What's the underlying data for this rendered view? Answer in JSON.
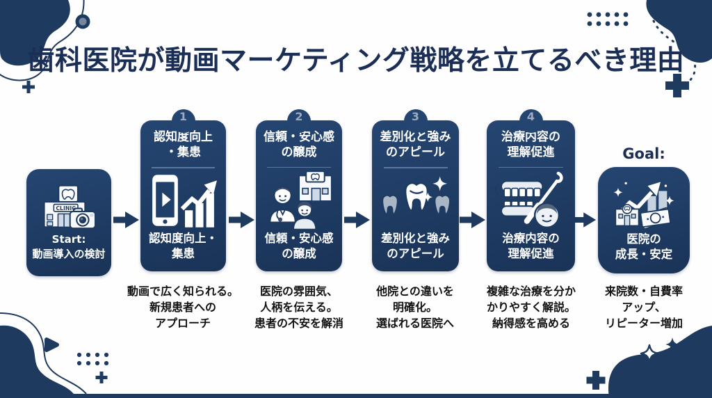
{
  "page": {
    "title": "歯科医院が動画マーケティング戦略を立てるべき理由"
  },
  "colors": {
    "navy": "#1e3a5f",
    "navy_deep": "#1b2e55",
    "card_gradient_top": "#254672",
    "card_gradient_bottom": "#1a3357",
    "badge_number": "#9aabc2",
    "divider": "#587a9e",
    "card_text": "#ffffff",
    "description_text": "#111111",
    "background": "#fefefe",
    "tooth_gray": "#a9b6c5"
  },
  "flow": {
    "start": {
      "label": "Start:\n動画導入の検討",
      "icon": "dental-clinic-camera-icon",
      "sign_text": "CLINIC"
    },
    "steps": [
      {
        "number": "1",
        "header": "認知度向上\n・集患",
        "footer": "認知度向上・\n集患",
        "description": "動画で広く知られる。\n新規患者への\nアプローチ",
        "icon": "smartphone-video-chart-icon"
      },
      {
        "number": "2",
        "header": "信頼・安心感\nの醸成",
        "footer": "信頼・安心感\nの醸成",
        "description": "医院の雰囲気、\n人柄を伝える。\n患者の不安を解消",
        "icon": "doctor-patient-clinic-icon"
      },
      {
        "number": "3",
        "header": "差別化と強み\nのアピール",
        "footer": "差別化と強み\nのアピール",
        "description": "他院との違いを\n明確化。\n選ばれる医院へ",
        "icon": "shining-tooth-icon"
      },
      {
        "number": "4",
        "header": "治療内容の\n理解促進",
        "footer": "治療内容の\n理解促進",
        "description": "複雑な治療を分か\nかりやすく解説。\n納得感を高める",
        "icon": "denture-dental-tool-icon"
      }
    ],
    "goal": {
      "label": "Goal:",
      "title": "医院の\n成長・安定",
      "description": "来院数・自費率\nアップ、\nリピーター増加",
      "icon": "clinic-growth-chart-icon"
    }
  }
}
